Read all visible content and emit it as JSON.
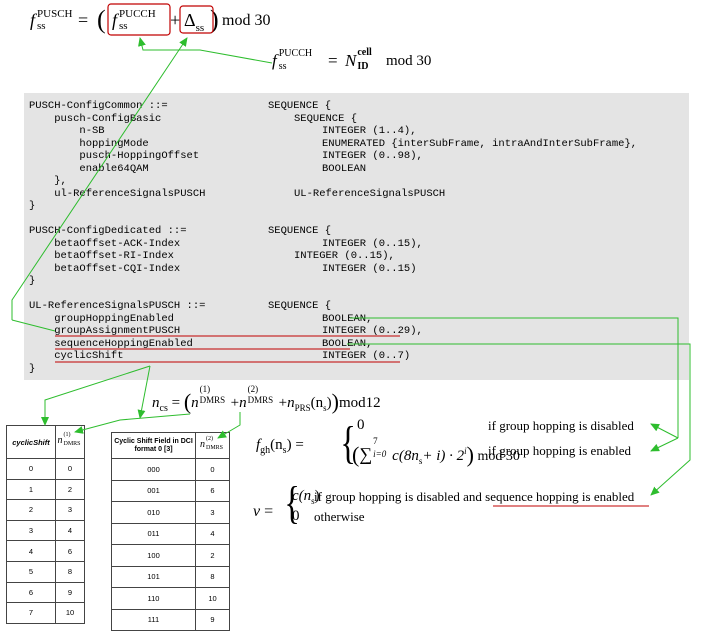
{
  "formula_top": {
    "lhs": "f",
    "lhs_sub": "ss",
    "lhs_sup": "PUSCH",
    "eq": "=",
    "paren_open": "(",
    "term1": "f",
    "term1_sub": "ss",
    "term1_sup": "PUCCH",
    "plus": "+",
    "delta": "Δ",
    "delta_sub": "ss",
    "paren_close": ")",
    "mod": "mod 30"
  },
  "formula_pucch": {
    "lhs": "f",
    "lhs_sub": "ss",
    "lhs_sup": "PUCCH",
    "eq": "=",
    "n": "N",
    "n_sub": "ID",
    "n_sup": "cell",
    "mod": "mod 30"
  },
  "code": {
    "lines": [
      {
        "left": "PUSCH-ConfigCommon ::=",
        "right": "SEQUENCE {",
        "rightIndent": 1
      },
      {
        "left": "    pusch-ConfigBasic",
        "right": "SEQUENCE {",
        "rightIndent": 2
      },
      {
        "left": "        n-SB",
        "right": "INTEGER (1..4),",
        "rightIndent": 3
      },
      {
        "left": "        hoppingMode",
        "right": "ENUMERATED {interSubFrame, intraAndInterSubFrame},",
        "rightIndent": 3
      },
      {
        "left": "        pusch-HoppingOffset",
        "right": "INTEGER (0..98),",
        "rightIndent": 3
      },
      {
        "left": "        enable64QAM",
        "right": "BOOLEAN",
        "rightIndent": 3
      },
      {
        "left": "    },",
        "right": "",
        "rightIndent": 0
      },
      {
        "left": "    ul-ReferenceSignalsPUSCH",
        "right": "UL-ReferenceSignalsPUSCH",
        "rightIndent": 2
      },
      {
        "left": "}",
        "right": "",
        "rightIndent": 0
      },
      {
        "left": "",
        "right": "",
        "rightIndent": 0
      },
      {
        "left": "PUSCH-ConfigDedicated ::=",
        "right": "SEQUENCE {",
        "rightIndent": 1
      },
      {
        "left": "    betaOffset-ACK-Index",
        "right": "INTEGER (0..15),",
        "rightIndent": 3
      },
      {
        "left": "    betaOffset-RI-Index",
        "right": "INTEGER (0..15),",
        "rightIndent": 2
      },
      {
        "left": "    betaOffset-CQI-Index",
        "right": "INTEGER (0..15)",
        "rightIndent": 3
      },
      {
        "left": "}",
        "right": "",
        "rightIndent": 0
      },
      {
        "left": "",
        "right": "",
        "rightIndent": 0
      },
      {
        "left": "UL-ReferenceSignalsPUSCH ::=",
        "right": "SEQUENCE {",
        "rightIndent": 1
      },
      {
        "left": "    groupHoppingEnabled",
        "right": "BOOLEAN,",
        "rightIndent": 3
      },
      {
        "left": "    groupAssignmentPUSCH",
        "right": "INTEGER (0..29),",
        "rightIndent": 3
      },
      {
        "left": "    sequenceHoppingEnabled",
        "right": "BOOLEAN,",
        "rightIndent": 3
      },
      {
        "left": "    cyclicShift",
        "right": "INTEGER (0..7)",
        "rightIndent": 3
      },
      {
        "left": "}",
        "right": "",
        "rightIndent": 0
      }
    ]
  },
  "ncs_formula": {
    "lhs": "n",
    "lhs_sub": "cs",
    "text": "= (n(1)DMRS + n(2)DMRS + nPRS(ns)) mod12",
    "a_sup": "(1)",
    "a_sub": "DMRS",
    "b_sup": "(2)",
    "b_sub": "DMRS",
    "c_sub": "PRS",
    "c_arg": "(n",
    "c_arg_sub": "s",
    "c_arg_close": ")",
    "mod": "mod12"
  },
  "fgh_formula": {
    "lhs": "f",
    "lhs_sub": "gh",
    "arg": "(n",
    "arg_sub": "s",
    "arg_close": ")",
    "eq": "=",
    "case1_value": "0",
    "case1_condition": "if group hopping is disabled",
    "case2_value": "(∑",
    "case2_sup": "7",
    "case2_sub": "i=0",
    "case2_rest": "c(8n",
    "case2_rest_sub": "s",
    "case2_rest2": "+ i) · 2",
    "case2_rest2_sup": "i",
    "case2_close": ") mod 30",
    "case2_condition": "if group hopping is enabled"
  },
  "v_formula": {
    "lhs": "v",
    "eq": "=",
    "case1_value": "c(n",
    "case1_sub": "s",
    "case1_close": ")",
    "case1_condition_a": "if group hopping is disabled and ",
    "case1_condition_b": "sequence hopping is enabled",
    "case2_value": "0",
    "case2_condition": "otherwise"
  },
  "table_left": {
    "headers": [
      "cyclicShift",
      "n(1)DMRS"
    ],
    "header2_base": "n",
    "header2_sup": "(1)",
    "header2_sub": "DMRS",
    "rows": [
      [
        "0",
        "0"
      ],
      [
        "1",
        "2"
      ],
      [
        "2",
        "3"
      ],
      [
        "3",
        "4"
      ],
      [
        "4",
        "6"
      ],
      [
        "5",
        "8"
      ],
      [
        "6",
        "9"
      ],
      [
        "7",
        "10"
      ]
    ]
  },
  "table_right": {
    "header1": "Cyclic Shift Field in DCI format 0 [3]",
    "header2_base": "n",
    "header2_sup": "(2)",
    "header2_sub": "DMRS",
    "rows": [
      [
        "000",
        "0"
      ],
      [
        "001",
        "6"
      ],
      [
        "010",
        "3"
      ],
      [
        "011",
        "4"
      ],
      [
        "100",
        "2"
      ],
      [
        "101",
        "8"
      ],
      [
        "110",
        "10"
      ],
      [
        "111",
        "9"
      ]
    ]
  },
  "colors": {
    "arrow": "#2ebd2e",
    "underline": "#c00000",
    "highlight_box": "#c00000",
    "panel": "#e4e4e4"
  }
}
